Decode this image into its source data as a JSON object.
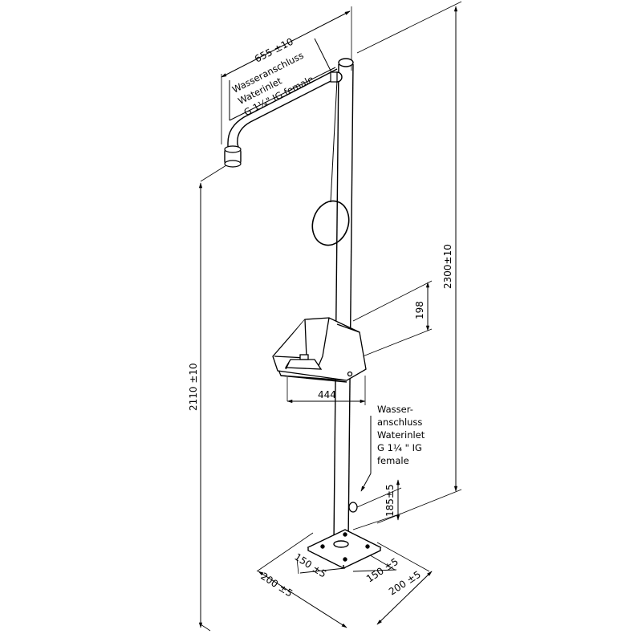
{
  "dimensions": {
    "arm_length": "655 ±10",
    "total_height": "2300±10",
    "head_height": "2110 ±10",
    "bowl_height": "198",
    "bowl_width": "444",
    "inlet_height": "185±5",
    "base_inner_left": "150 ±5",
    "base_inner_right": "150 ±5",
    "base_outer_left": "200 ±5",
    "base_outer_right": "200 ±5"
  },
  "top_inlet": {
    "line1": "Wasseranschluss",
    "line2": "Waterinlet",
    "line3": "G 1¼\" IG female"
  },
  "bottom_inlet": {
    "line1": "Wasser-",
    "line2": "anschluss",
    "line3": "Waterinlet",
    "line4": "G 1¼ \" IG",
    "line5": "female"
  }
}
